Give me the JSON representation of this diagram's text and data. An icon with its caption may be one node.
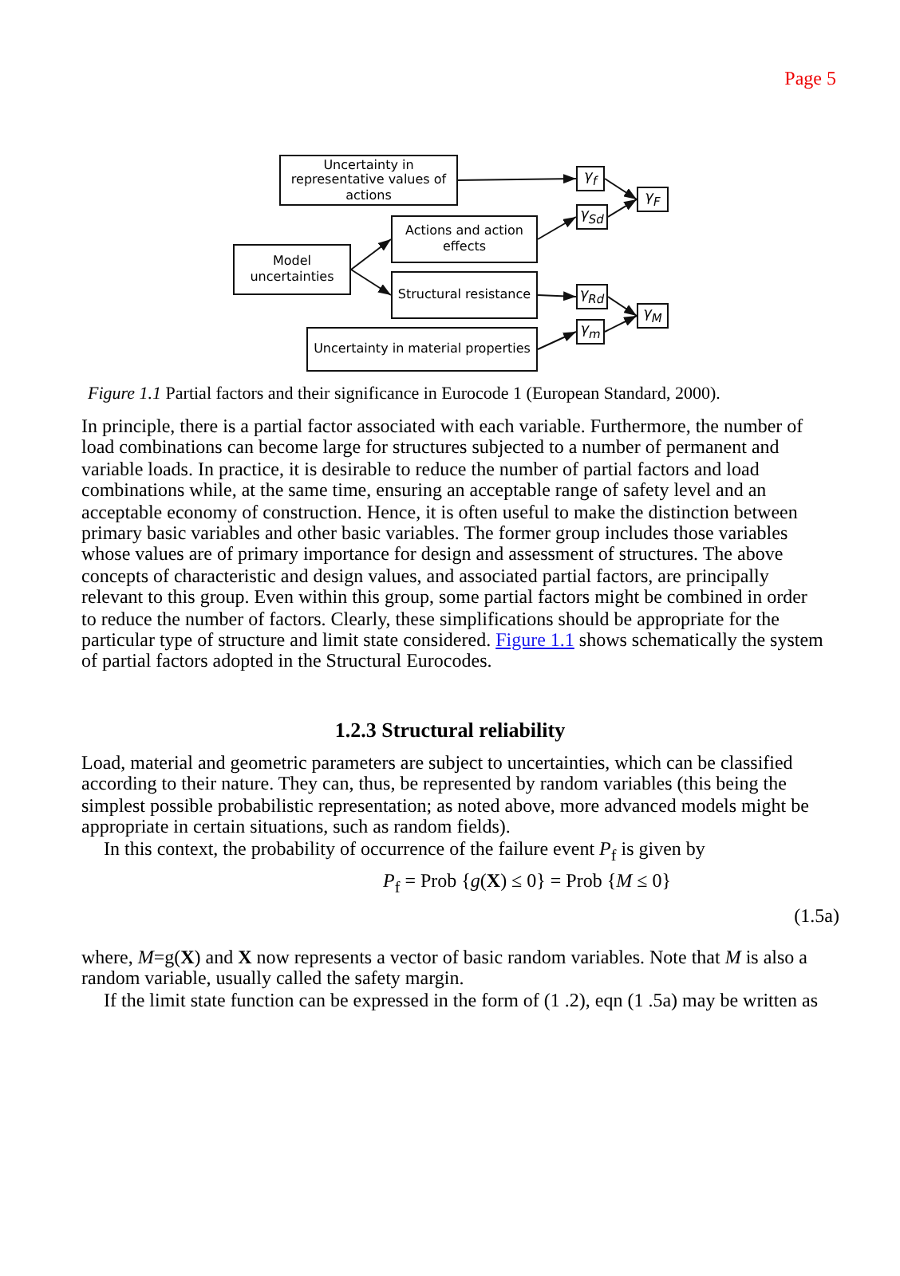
{
  "diagram": {
    "caption": "*Figure 1.1* Partial factors and their significance in Eurocode 1 (European Standard, 2000).",
    "nodes": [
      {
        "text": [
          "Uncertainty in representative values of actions"
        ]
      },
      {
        "text": [
          "γ$_{f}$"
        ]
      },
      {
        "text": [
          "γ$_{F}$"
        ]
      },
      {
        "text": [
          "γ$_{Sd}$"
        ]
      },
      {
        "text": [
          "Actions and action effects"
        ]
      },
      {
        "text": [
          "Model uncertainties"
        ]
      },
      {
        "text": [
          "Structural resistance"
        ]
      },
      {
        "text": [
          "γ$_{Rd}$"
        ]
      },
      {
        "text": [
          "γ$_{M}$"
        ]
      },
      {
        "text": [
          "γ$_{m}$"
        ]
      },
      {
        "text": [
          "Uncertainty in material properties"
        ]
      }
    ],
    "edges": [
      {
        "from": 0,
        "to": 1,
        "arrow": "to"
      },
      {
        "from": 1,
        "to": 2,
        "arrow": "to"
      },
      {
        "from": 3,
        "to": 2,
        "arrow": "to"
      },
      {
        "from": 4,
        "to": 3,
        "arrow": "to"
      },
      {
        "from": 5,
        "to": 4,
        "arrow": "to"
      },
      {
        "from": 5,
        "to": 6,
        "arrow": "to"
      },
      {
        "from": 6,
        "to": 7,
        "arrow": "to"
      },
      {
        "from": 7,
        "to": 8,
        "arrow": "to"
      },
      {
        "from": 9,
        "to": 8,
        "arrow": "to"
      },
      {
        "from": 10,
        "to": 9,
        "arrow": "to"
      }
    ],
    "labels": [
      "Page 5",
      "In principle, there is a partial factor associated with each variable. Furthermore, the number of load combinations can become large for structures subjected to a number of permanent and variable loads. In practice, it is desirable to reduce the number of partial factors and load combinations while, at the same time, ensuring an acceptable range of safety level and an acceptable economy of construction. Hence, it is often useful to make the distinction between primary basic variables and other basic variables. The former group includes those variables whose values are of primary importance for design and assessment of structures. The above concepts of characteristic and design values, and associated partial factors, are principally relevant to this group. Even within this group, some partial factors might be combined in order to reduce the number of factors. Clearly, these simplifications should be appropriate for the particular type of structure and limit state considered.",
      "Figure 1.1",
      "shows schematically the system of partial factors adopted in the Structural Eurocodes.",
      "1.2.3 Structural reliability",
      "Load, material and geometric parameters are subject to uncertainties, which can be classified according to their nature. They can, thus, be represented by random variables (this being the simplest possible probabilistic representation; as noted above, more advanced models might be appropriate in certain situations, such as random fields).",
      "In this context, the probability of occurrence of the failure event *P*$_{f}$ is given by",
      "*P*$_{f}$ = Prob {*g*(**X**) ≤ 0} = Prob {*M* ≤ 0}",
      "(1.5a)",
      "where, *M*=g(**X**) and **X** now represents a vector of basic random variables. Note that *M* is also a random variable, usually called the safety margin.",
      "If the limit state function can be expressed in the form of (1 .2), eqn (1 .5a) may be written as"
    ]
  }
}
